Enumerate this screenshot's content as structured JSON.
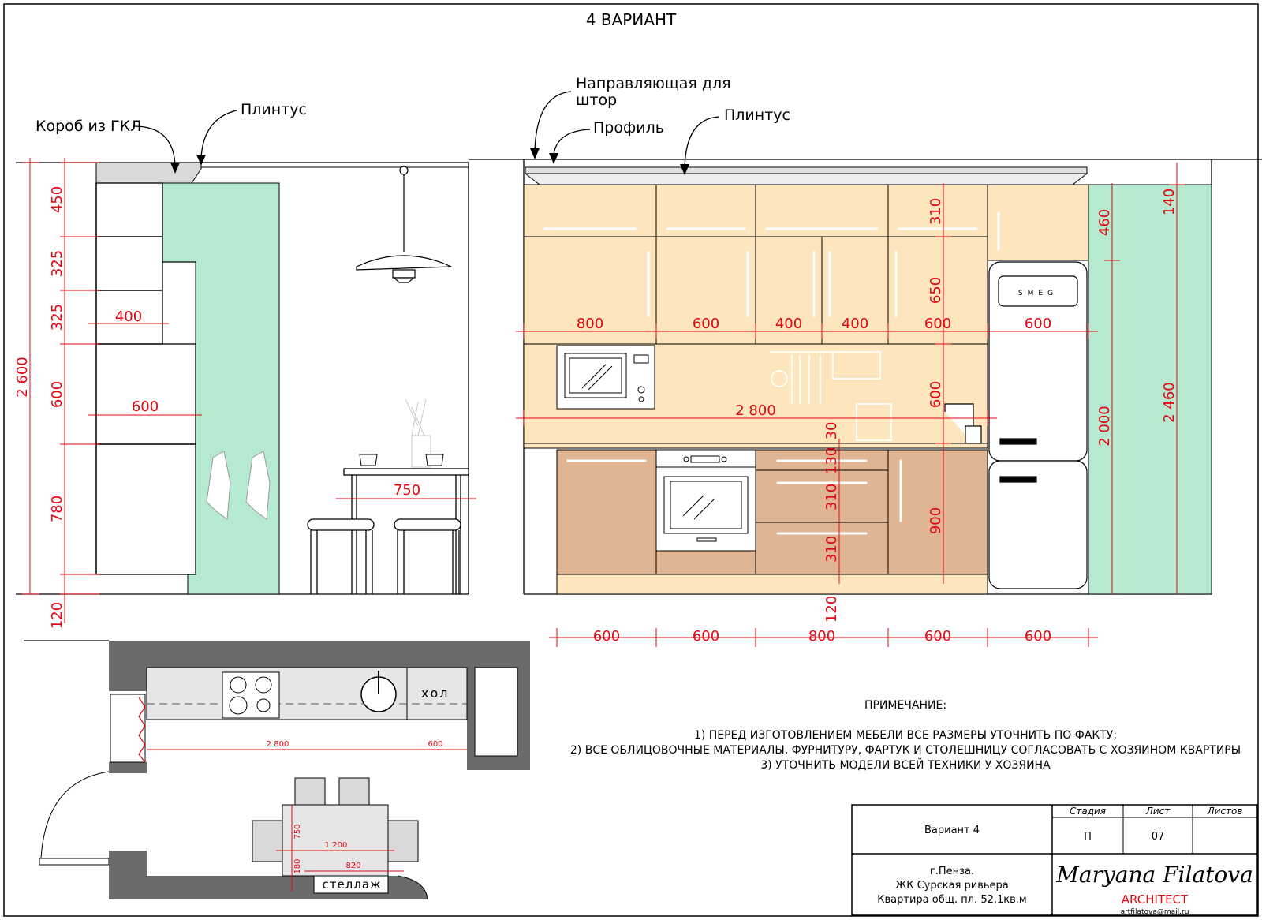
{
  "title": "4 ВАРИАНТ",
  "labels": {
    "box": "Короб из ГКЛ",
    "plinth_left": "Плинтус",
    "curtain_rail_1": "Направляющая для",
    "curtain_rail_2": "штор",
    "profile": "Профиль",
    "plinth_right": "Плинтус"
  },
  "left_dims": {
    "v450": "450",
    "v325a": "325",
    "v325b": "325",
    "v600": "600",
    "v780": "780",
    "v120": "120",
    "total": "2 600",
    "w400": "400",
    "w600": "600",
    "w750": "750"
  },
  "kitchen_dims": {
    "top": [
      "800",
      "600",
      "400",
      "400",
      "600",
      "600"
    ],
    "bottom": [
      "600",
      "600",
      "800",
      "600",
      "600"
    ],
    "wall": "2 800",
    "v310": "310",
    "v650": "650",
    "v600": "600",
    "v30": "30",
    "v130": "130",
    "v310a": "310",
    "v310b": "310",
    "v900": "900",
    "v120": "120",
    "fridge_top": "460",
    "fridge_h": "2 000",
    "right_140": "140",
    "right_2460": "2 460"
  },
  "fridge_brand": "SMEG",
  "plan": {
    "hall": "хол",
    "shelf": "стеллаж",
    "d2800": "2 800",
    "d600": "600",
    "d750": "750",
    "d1200": "1 200",
    "d180": "180",
    "d820": "820"
  },
  "notes": {
    "heading": "ПРИМЕЧАНИЕ:",
    "items": [
      "1) ПЕРЕД ИЗГОТОВЛЕНИЕМ МЕБЕЛИ ВСЕ РАЗМЕРЫ УТОЧНИТЬ ПО ФАКТУ;",
      "2) ВСЕ ОБЛИЦОВОЧНЫЕ МАТЕРИАЛЫ, ФУРНИТУРУ, ФАРТУК И СТОЛЕШНИЦУ СОГЛАСОВАТЬ С ХОЗЯИНОМ КВАРТИРЫ",
      "3) УТОЧНИТЬ МОДЕЛИ ВСЕЙ ТЕХНИКИ У ХОЗЯИНА"
    ]
  },
  "title_block": {
    "name": "Вариант 4",
    "stage_h": "Стадия",
    "sheet_h": "Лист",
    "sheets_h": "Листов",
    "stage": "П",
    "sheet": "07",
    "addr1": "г.Пенза.",
    "addr2": "ЖК Сурская ривьера",
    "addr3": "Квартира общ. пл. 52,1кв.м",
    "signature": "Maryana Filatova",
    "role": "ARCHITECT",
    "email": "artfilatova@mail.ru"
  },
  "colors": {
    "upper": "#fde5bd",
    "lower": "#dfb593",
    "green": "#b6ead0",
    "dim": "#e30613",
    "plan_wall": "#6b6b6b"
  }
}
